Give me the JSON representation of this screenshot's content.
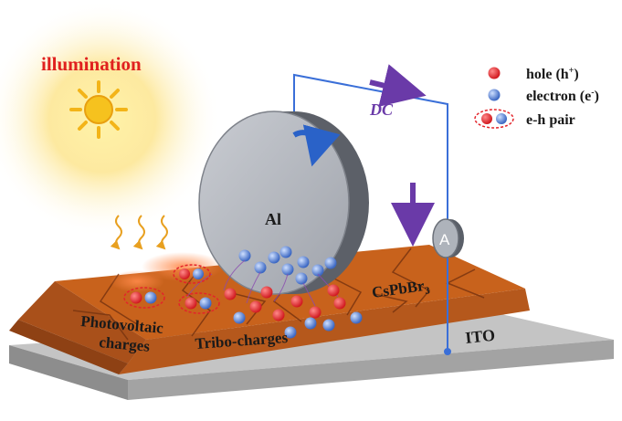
{
  "labels": {
    "illumination": "illumination",
    "dc": "DC",
    "disk": "Al",
    "ammeter": "A",
    "perovskite": "CsPbBr",
    "perovskite_sub": "3",
    "substrate": "ITO",
    "photovoltaic_line1": "Photovoltaic",
    "photovoltaic_line2": "charges",
    "tribo": "Tribo-charges"
  },
  "legend": {
    "hole": "hole (h",
    "hole_sup": "+",
    "hole_close": ")",
    "electron": "electron (e",
    "electron_sup": "-",
    "electron_close": ")",
    "pair": "e-h pair"
  },
  "colors": {
    "hole": "#e3242b",
    "electron": "#4f7fd6",
    "perovskite": "#c8621c",
    "substrate": "#b9b9b9",
    "disk": "#b6b9c0",
    "wire": "#3a6fd8",
    "arrow": "#6a3aa8",
    "illumination_text": "#e0211f",
    "sun": "#f3b418"
  },
  "icons": [
    "sun-icon",
    "rotation-arrow-icon",
    "light-ray-icon",
    "ammeter-icon"
  ]
}
